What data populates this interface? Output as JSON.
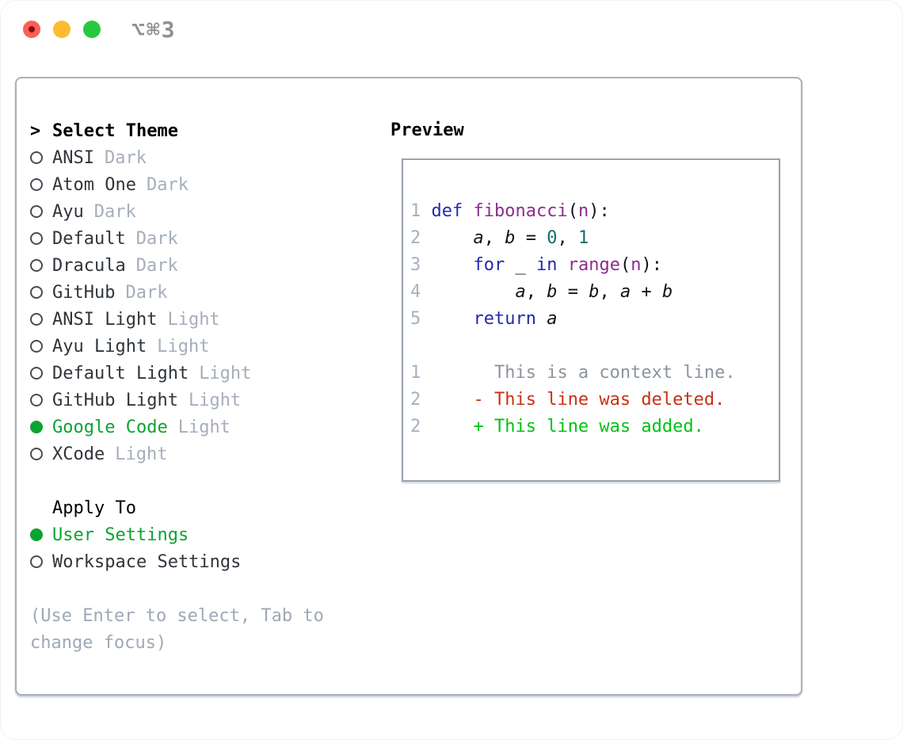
{
  "titlebar": {
    "shortcut": "⌥⌘3",
    "traffic_lights": [
      "close",
      "minimize",
      "maximize"
    ]
  },
  "colors": {
    "accent_green": "#0aa430",
    "added_green": "#00c214",
    "deleted_red": "#c93018",
    "keyword_blue": "#2429ad",
    "function_purple": "#8c2d8c",
    "literal_teal": "#0b6f68",
    "muted_gray": "#a6aebb",
    "context_gray": "#8c949e",
    "line_number_gray": "#a6b0bd",
    "light_red": "#fe5e56",
    "light_yellow": "#fdbb2d",
    "light_green": "#27c83e"
  },
  "theme_selector": {
    "cursor": ">",
    "header": "Select Theme",
    "items": [
      {
        "name": "ANSI",
        "variant": "Dark",
        "selected": false
      },
      {
        "name": "Atom One",
        "variant": "Dark",
        "selected": false
      },
      {
        "name": "Ayu",
        "variant": "Dark",
        "selected": false
      },
      {
        "name": "Default",
        "variant": "Dark",
        "selected": false
      },
      {
        "name": "Dracula",
        "variant": "Dark",
        "selected": false
      },
      {
        "name": "GitHub",
        "variant": "Dark",
        "selected": false
      },
      {
        "name": "ANSI Light",
        "variant": "Light",
        "selected": false
      },
      {
        "name": "Ayu Light",
        "variant": "Light",
        "selected": false
      },
      {
        "name": "Default Light",
        "variant": "Light",
        "selected": false
      },
      {
        "name": "GitHub Light",
        "variant": "Light",
        "selected": false
      },
      {
        "name": "Google Code",
        "variant": "Light",
        "selected": true
      },
      {
        "name": "XCode",
        "variant": "Light",
        "selected": false
      }
    ]
  },
  "apply_to": {
    "header": "Apply To",
    "options": [
      {
        "name": "User Settings",
        "selected": true
      },
      {
        "name": "Workspace Settings",
        "selected": false
      }
    ]
  },
  "help_text": {
    "line1": "(Use Enter to select, Tab to",
    "line2": "change focus)"
  },
  "preview": {
    "title": "Preview",
    "code_lines": [
      {
        "number": "1",
        "tokens": [
          [
            "kw",
            "def"
          ],
          [
            "pln",
            " "
          ],
          [
            "fn",
            "fibonacci"
          ],
          [
            "pln",
            "("
          ],
          [
            "fn",
            "n"
          ],
          [
            "pln",
            "):"
          ]
        ]
      },
      {
        "number": "2",
        "tokens": [
          [
            "pln",
            "    "
          ],
          [
            "var",
            "a"
          ],
          [
            "pln",
            ", "
          ],
          [
            "var",
            "b"
          ],
          [
            "pln",
            " = "
          ],
          [
            "lit",
            "0"
          ],
          [
            "pln",
            ", "
          ],
          [
            "lit",
            "1"
          ]
        ]
      },
      {
        "number": "3",
        "tokens": [
          [
            "pln",
            "    "
          ],
          [
            "kw",
            "for"
          ],
          [
            "pln",
            " _ "
          ],
          [
            "kw",
            "in"
          ],
          [
            "pln",
            " "
          ],
          [
            "fn",
            "range"
          ],
          [
            "pln",
            "("
          ],
          [
            "fn",
            "n"
          ],
          [
            "pln",
            "):"
          ]
        ]
      },
      {
        "number": "4",
        "tokens": [
          [
            "pln",
            "        "
          ],
          [
            "var",
            "a"
          ],
          [
            "pln",
            ", "
          ],
          [
            "var",
            "b"
          ],
          [
            "pln",
            " = "
          ],
          [
            "var",
            "b"
          ],
          [
            "pln",
            ", "
          ],
          [
            "var",
            "a"
          ],
          [
            "pln",
            " + "
          ],
          [
            "var",
            "b"
          ]
        ]
      },
      {
        "number": "5",
        "tokens": [
          [
            "pln",
            "    "
          ],
          [
            "kw",
            "return"
          ],
          [
            "pln",
            " "
          ],
          [
            "var",
            "a"
          ]
        ]
      },
      {
        "number": "",
        "tokens": []
      },
      {
        "number": "1",
        "tokens": [
          [
            "ctx",
            "      This is a context line."
          ]
        ]
      },
      {
        "number": "2",
        "tokens": [
          [
            "pln",
            "    "
          ],
          [
            "del",
            "- This line was deleted."
          ]
        ]
      },
      {
        "number": "2",
        "tokens": [
          [
            "pln",
            "    "
          ],
          [
            "add",
            "+ This line was added."
          ]
        ]
      }
    ]
  }
}
